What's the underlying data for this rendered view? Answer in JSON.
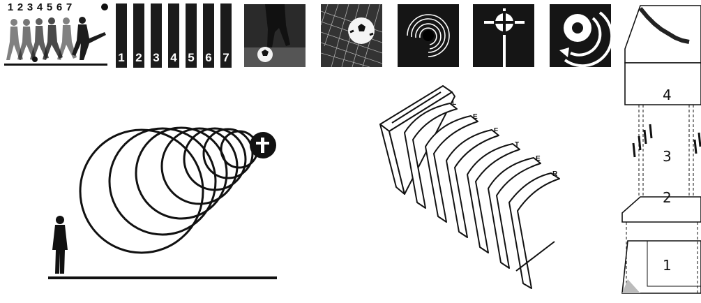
{
  "sequence_panel": {
    "numbers": [
      "1",
      "2",
      "3",
      "4",
      "5",
      "6",
      "7"
    ]
  },
  "bar_panel": {
    "bars": [
      "1",
      "2",
      "3",
      "4",
      "5",
      "6",
      "7"
    ]
  },
  "tiles": [
    {
      "name": "soccer-kick-tile"
    },
    {
      "name": "soccer-goal-net-tile"
    },
    {
      "name": "spiral-tile"
    },
    {
      "name": "cross-tile"
    },
    {
      "name": "circle-rotation-tile"
    }
  ],
  "model_letters": [
    "L",
    "E",
    "F",
    "T",
    "E",
    "R"
  ],
  "tower_levels": [
    "4",
    "3",
    "2",
    "1"
  ],
  "colors": {
    "ink": "#111111",
    "tile_bg": "#1d1d1d",
    "white": "#ffffff"
  }
}
